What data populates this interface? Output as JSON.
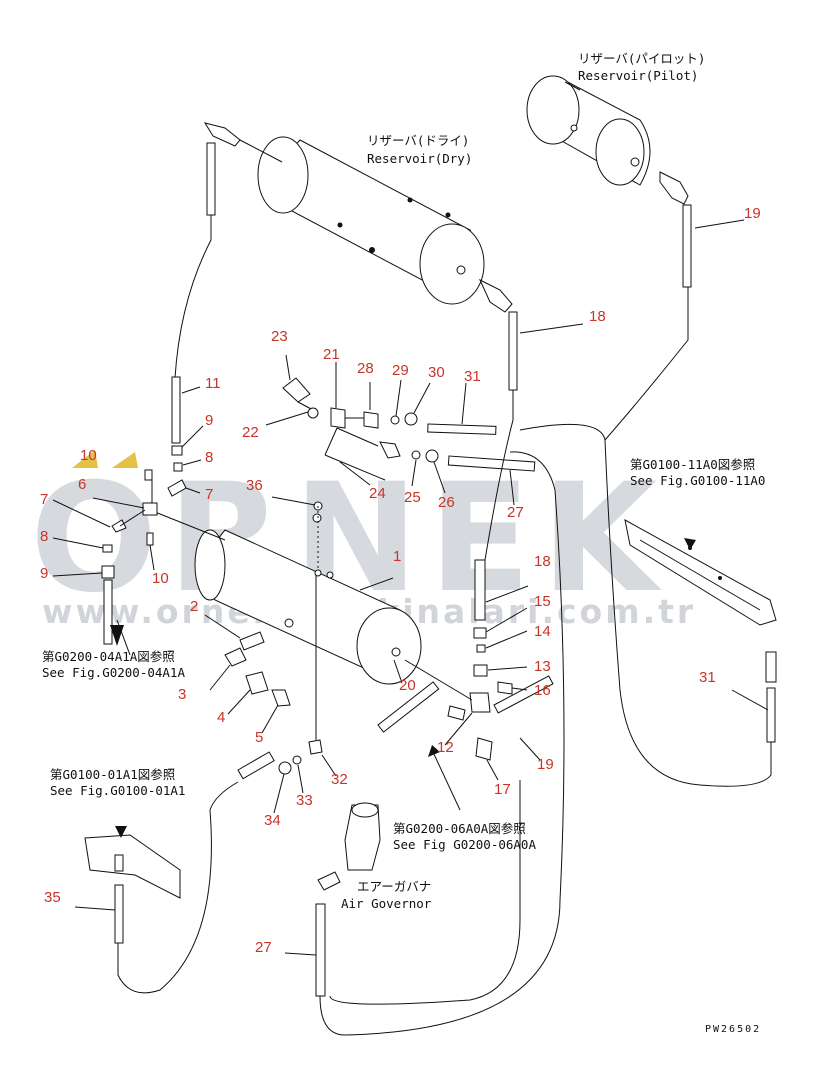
{
  "watermark": {
    "brand": "ORNEK",
    "url": "www.ornekismakinalari.com.tr"
  },
  "drawing_code": "PW26502",
  "captions": {
    "reservoir_pilot_jp": "リザーバ(パイロット)",
    "reservoir_pilot_en": "Reservoir(Pilot)",
    "reservoir_dry_jp": "リザーバ(ドライ)",
    "reservoir_dry_en": "Reservoir(Dry)",
    "ref_0100_11a0_jp": "第G0100-11A0図参照",
    "ref_0100_11a0_en": "See Fig.G0100-11A0",
    "ref_0200_04a1a_jp": "第G0200-04A1A図参照",
    "ref_0200_04a1a_en": "See Fig.G0200-04A1A",
    "ref_0100_01a1_jp": "第G0100-01A1図参照",
    "ref_0100_01a1_en": "See Fig.G0100-01A1",
    "ref_0200_06a0a_jp": "第G0200-06A0A図参照",
    "ref_0200_06a0a_en": "See Fig G0200-06A0A",
    "air_governor_jp": "エアーガバナ",
    "air_governor_en": "Air Governor"
  },
  "part_numbers": [
    "1",
    "2",
    "3",
    "4",
    "5",
    "6",
    "7",
    "8",
    "9",
    "10",
    "11",
    "12",
    "13",
    "14",
    "15",
    "16",
    "17",
    "18",
    "19",
    "20",
    "21",
    "22",
    "23",
    "24",
    "25",
    "26",
    "27",
    "28",
    "29",
    "30",
    "31",
    "32",
    "33",
    "34",
    "35",
    "36"
  ],
  "callouts": {
    "c19a": "19",
    "c18a": "18",
    "c23": "23",
    "c21": "21",
    "c28": "28",
    "c29": "29",
    "c30": "30",
    "c31a": "31",
    "c11": "11",
    "c9a": "9",
    "c8a": "8",
    "c7a": "7",
    "c10a": "10",
    "c6": "6",
    "c36": "36",
    "c22": "22",
    "c24": "24",
    "c25": "25",
    "c26": "26",
    "c27a": "27",
    "c7b": "7",
    "c8b": "8",
    "c9b": "9",
    "c10b": "10",
    "c1": "1",
    "c18b": "18",
    "c15": "15",
    "c14": "14",
    "c13": "13",
    "c16": "16",
    "c31b": "31",
    "c2": "2",
    "c3": "3",
    "c4": "4",
    "c5": "5",
    "c20": "20",
    "c12": "12",
    "c19b": "19",
    "c17": "17",
    "c32": "32",
    "c33": "33",
    "c34": "34",
    "c35": "35",
    "c27b": "27"
  },
  "colors": {
    "callout": "#c8342a",
    "line": "#111111",
    "watermark": "#c9cdd3"
  }
}
